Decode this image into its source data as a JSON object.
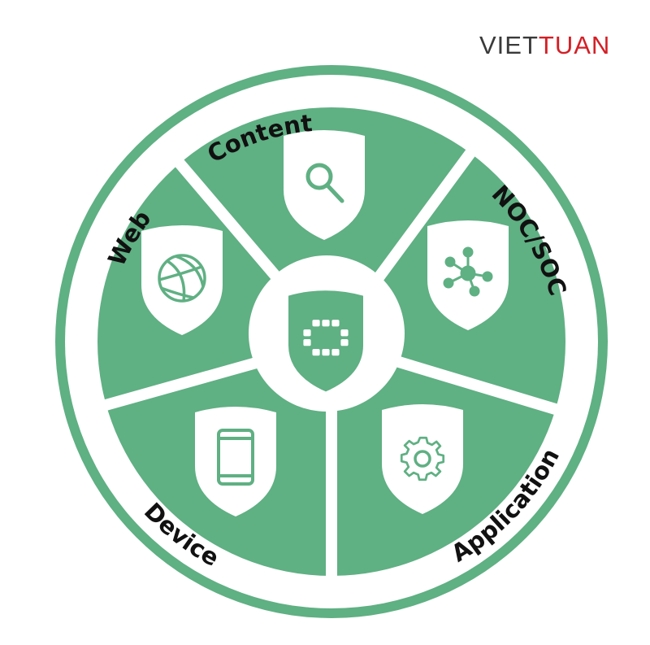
{
  "brand": {
    "part1": "VIET",
    "part2": "TUAN"
  },
  "labels": {
    "content": "Content",
    "noc_soc": "NOC/SOC",
    "application": "Application",
    "device": "Device",
    "web": "Web"
  },
  "colors": {
    "green": "#5fb083",
    "white": "#ffffff",
    "brand_gray": "#3a3a3a",
    "brand_red": "#d41f26"
  },
  "icons": {
    "center": "fortinet-security-fabric-icon",
    "content": "magnifier-icon",
    "noc_soc": "network-hub-icon",
    "application": "gear-icon",
    "device": "smartphone-icon",
    "web": "globe-icon"
  }
}
